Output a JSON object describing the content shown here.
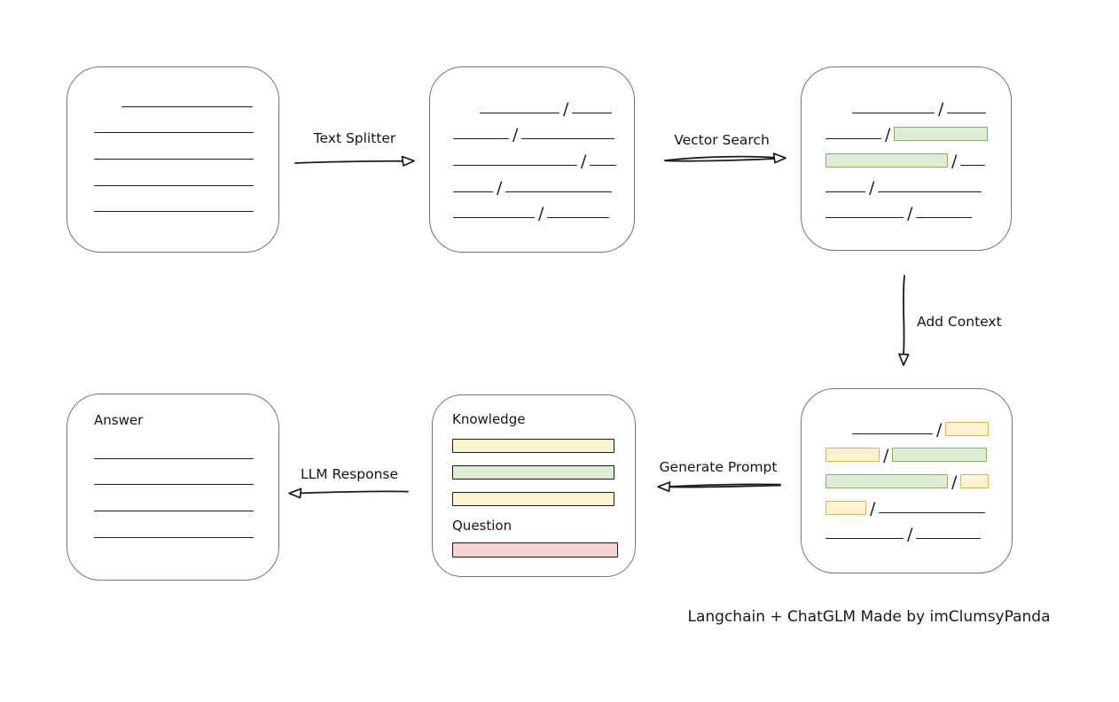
{
  "caption": "Langchain + ChatGLM Made by imClumsyPanda",
  "palette": {
    "box_stroke": "#747474",
    "ink": "#1b1b1b",
    "green_fill": "#dcedd3",
    "green_stroke": "#84b368",
    "yellow_fill": "#fdf3d1",
    "yellow_stroke": "#dcb353",
    "red_fill": "#f6d3d1",
    "red_stroke": "#bb5350"
  },
  "arrows": {
    "text_splitter": {
      "label": "Text Splitter",
      "direction": "right"
    },
    "vector_search": {
      "label": "Vector Search",
      "direction": "right"
    },
    "add_context": {
      "label": "Add Context",
      "direction": "down"
    },
    "generate_prompt": {
      "label": "Generate Prompt",
      "direction": "left"
    },
    "llm_response": {
      "label": "LLM Response",
      "direction": "left"
    }
  },
  "boxes": {
    "document": {
      "rows": [
        [
          {
            "t": "gap",
            "w": 31
          },
          {
            "t": "line",
            "w": 148
          }
        ],
        [
          {
            "t": "line",
            "w": 180
          }
        ],
        [
          {
            "t": "line",
            "w": 180
          }
        ],
        [
          {
            "t": "line",
            "w": 180
          }
        ],
        [
          {
            "t": "line",
            "w": 180
          }
        ]
      ]
    },
    "split_chunks": {
      "rows": [
        [
          {
            "t": "gap",
            "w": 30
          },
          {
            "t": "line",
            "w": 90
          },
          {
            "t": "slash"
          },
          {
            "t": "line",
            "w": 45
          }
        ],
        [
          {
            "t": "line",
            "w": 63
          },
          {
            "t": "slash"
          },
          {
            "t": "line",
            "w": 105
          }
        ],
        [
          {
            "t": "line",
            "w": 140
          },
          {
            "t": "slash"
          },
          {
            "t": "line",
            "w": 30
          }
        ],
        [
          {
            "t": "line",
            "w": 45
          },
          {
            "t": "slash"
          },
          {
            "t": "line",
            "w": 120
          }
        ],
        [
          {
            "t": "line",
            "w": 92
          },
          {
            "t": "slash"
          },
          {
            "t": "line",
            "w": 70
          }
        ]
      ]
    },
    "matched_chunks": {
      "rows": [
        [
          {
            "t": "gap",
            "w": 30
          },
          {
            "t": "line",
            "w": 93
          },
          {
            "t": "slash"
          },
          {
            "t": "line",
            "w": 44
          }
        ],
        [
          {
            "t": "line",
            "w": 63
          },
          {
            "t": "slash"
          },
          {
            "t": "green",
            "w": 106
          }
        ],
        [
          {
            "t": "green",
            "w": 138
          },
          {
            "t": "slash"
          },
          {
            "t": "line",
            "w": 28
          }
        ],
        [
          {
            "t": "line",
            "w": 45
          },
          {
            "t": "slash"
          },
          {
            "t": "line",
            "w": 117
          }
        ],
        [
          {
            "t": "line",
            "w": 88
          },
          {
            "t": "slash"
          },
          {
            "t": "line",
            "w": 63
          }
        ]
      ]
    },
    "context_chunks": {
      "rows": [
        [
          {
            "t": "gap",
            "w": 30
          },
          {
            "t": "line",
            "w": 91
          },
          {
            "t": "slash"
          },
          {
            "t": "yellow",
            "w": 49
          }
        ],
        [
          {
            "t": "yellow",
            "w": 61
          },
          {
            "t": "slash"
          },
          {
            "t": "green",
            "w": 107
          }
        ],
        [
          {
            "t": "green",
            "w": 138
          },
          {
            "t": "slash"
          },
          {
            "t": "yellow",
            "w": 32
          }
        ],
        [
          {
            "t": "yellow",
            "w": 46
          },
          {
            "t": "slash"
          },
          {
            "t": "line",
            "w": 120
          }
        ],
        [
          {
            "t": "line",
            "w": 88
          },
          {
            "t": "slash"
          },
          {
            "t": "line",
            "w": 73
          }
        ]
      ]
    },
    "prompt": {
      "knowledge_label": "Knowledge",
      "question_label": "Question",
      "knowledge_bars": [
        {
          "c": "yellow",
          "w": 183
        },
        {
          "c": "green",
          "w": 183
        },
        {
          "c": "yellow",
          "w": 183
        }
      ],
      "question_bars": [
        {
          "c": "red",
          "w": 187
        }
      ]
    },
    "answer": {
      "label": "Answer",
      "rows": [
        [
          {
            "t": "line",
            "w": 180
          }
        ],
        [
          {
            "t": "line",
            "w": 180
          }
        ],
        [
          {
            "t": "line",
            "w": 180
          }
        ],
        [
          {
            "t": "line",
            "w": 180
          }
        ]
      ]
    }
  }
}
